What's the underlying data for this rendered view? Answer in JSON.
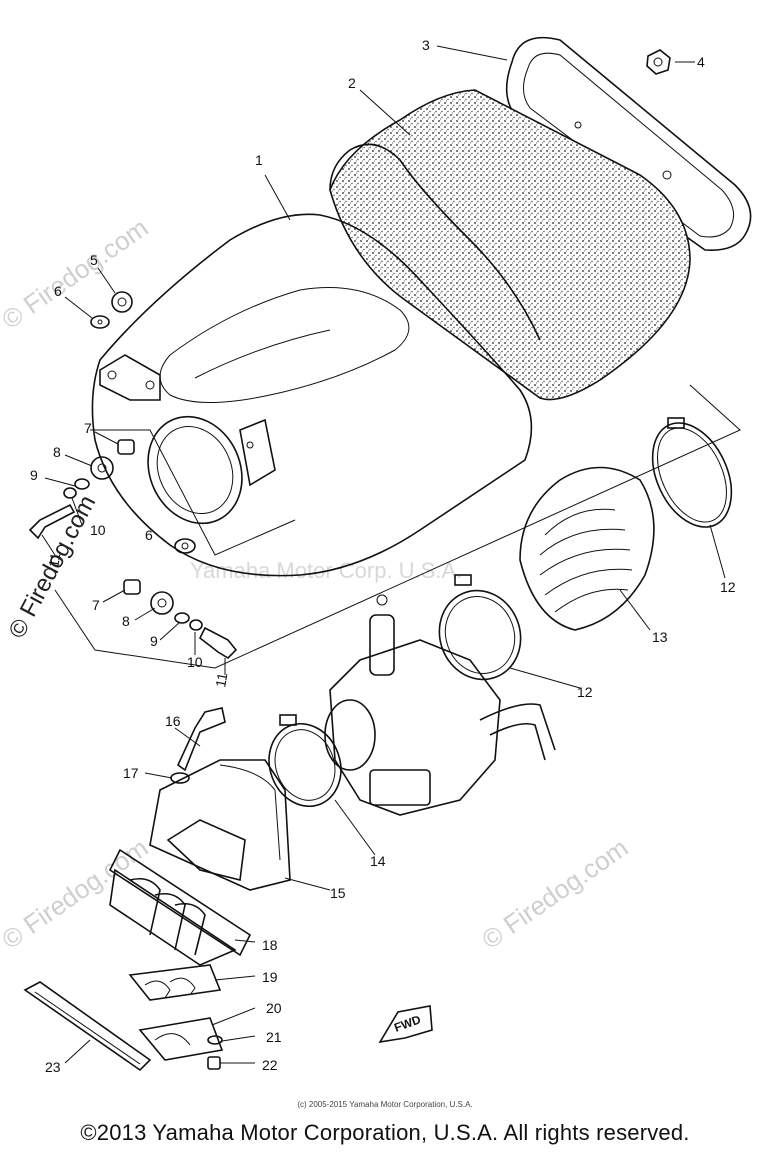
{
  "callouts": [
    {
      "id": "c1",
      "text": "1"
    },
    {
      "id": "c2",
      "text": "2"
    },
    {
      "id": "c3",
      "text": "3"
    },
    {
      "id": "c4",
      "text": "4"
    },
    {
      "id": "c5",
      "text": "5"
    },
    {
      "id": "c6a",
      "text": "6"
    },
    {
      "id": "c6b",
      "text": "6"
    },
    {
      "id": "c7a",
      "text": "7"
    },
    {
      "id": "c7b",
      "text": "7"
    },
    {
      "id": "c8a",
      "text": "8"
    },
    {
      "id": "c8b",
      "text": "8"
    },
    {
      "id": "c9a",
      "text": "9"
    },
    {
      "id": "c9b",
      "text": "9"
    },
    {
      "id": "c10a",
      "text": "10"
    },
    {
      "id": "c10b",
      "text": "10"
    },
    {
      "id": "c11a",
      "text": "11"
    },
    {
      "id": "c11b",
      "text": "11"
    },
    {
      "id": "c12a",
      "text": "12"
    },
    {
      "id": "c12b",
      "text": "12"
    },
    {
      "id": "c13",
      "text": "13"
    },
    {
      "id": "c14",
      "text": "14"
    },
    {
      "id": "c15",
      "text": "15"
    },
    {
      "id": "c16",
      "text": "16"
    },
    {
      "id": "c17",
      "text": "17"
    },
    {
      "id": "c18",
      "text": "18"
    },
    {
      "id": "c19",
      "text": "19"
    },
    {
      "id": "c20",
      "text": "20"
    },
    {
      "id": "c21",
      "text": "21"
    },
    {
      "id": "c22",
      "text": "22"
    },
    {
      "id": "c23",
      "text": "23"
    }
  ],
  "fwd_label": "FWD",
  "watermarks": {
    "site": "© Firedog.com",
    "yamaha": "Yamaha Motor Corp. U.S.A."
  },
  "small_copyright": "(c) 2005-2015 Yamaha Motor Corporation, U.S.A.",
  "footer_copyright": "©2013 Yamaha Motor Corporation, U.S.A. All rights reserved."
}
